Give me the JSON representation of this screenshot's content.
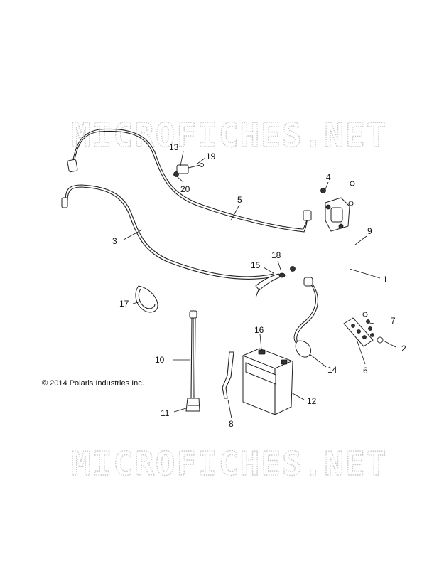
{
  "watermark": {
    "top": "MICROFICHES.NET",
    "bottom": "MICROFICHES.NET"
  },
  "copyright": "© 2014 Polaris Industries Inc.",
  "callouts": {
    "c1": "1",
    "c2": "2",
    "c3": "3",
    "c4": "4",
    "c5": "5",
    "c6": "6",
    "c7": "7",
    "c8": "8",
    "c9": "9",
    "c10": "10",
    "c11": "11",
    "c12": "12",
    "c13": "13",
    "c14": "14",
    "c15": "15",
    "c16": "16",
    "c17": "17",
    "c18": "18",
    "c19": "19",
    "c20": "20"
  }
}
